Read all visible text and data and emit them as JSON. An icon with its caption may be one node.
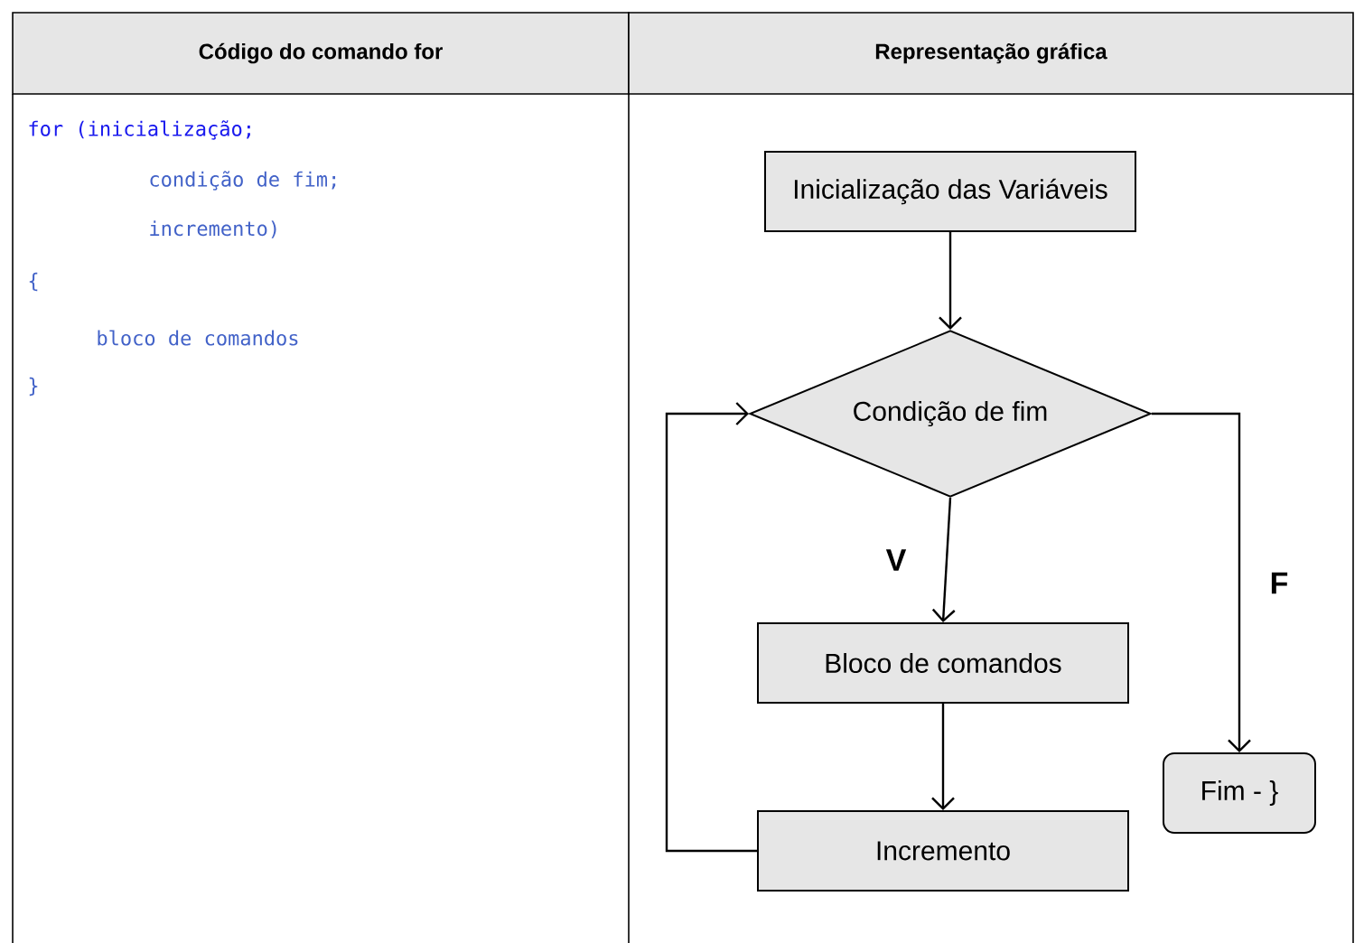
{
  "diagram": {
    "nodes": [
      {
        "text": [
          "Inicialização das Variáveis"
        ]
      },
      {
        "text": [
          "Condição de fim"
        ]
      },
      {
        "text": [
          "Bloco de comandos"
        ]
      },
      {
        "text": [
          "Incremento"
        ]
      },
      {
        "text": [
          "Fim - }"
        ]
      }
    ],
    "edges": [
      {
        "from": 0,
        "to": 1,
        "arrow": "to"
      },
      {
        "from": 1,
        "to": 2,
        "arrow": "to",
        "label": "V"
      },
      {
        "from": 2,
        "to": 3,
        "arrow": "to"
      },
      {
        "from": 3,
        "to": 1,
        "arrow": "to"
      },
      {
        "from": 1,
        "to": 4,
        "arrow": "to",
        "label": "F"
      }
    ],
    "labels": [
      "Código do comando for",
      "Representação gráfica",
      "for (inicialização;",
      "condição de fim;",
      "incremento)",
      "{",
      "bloco de comandos",
      "}"
    ]
  }
}
